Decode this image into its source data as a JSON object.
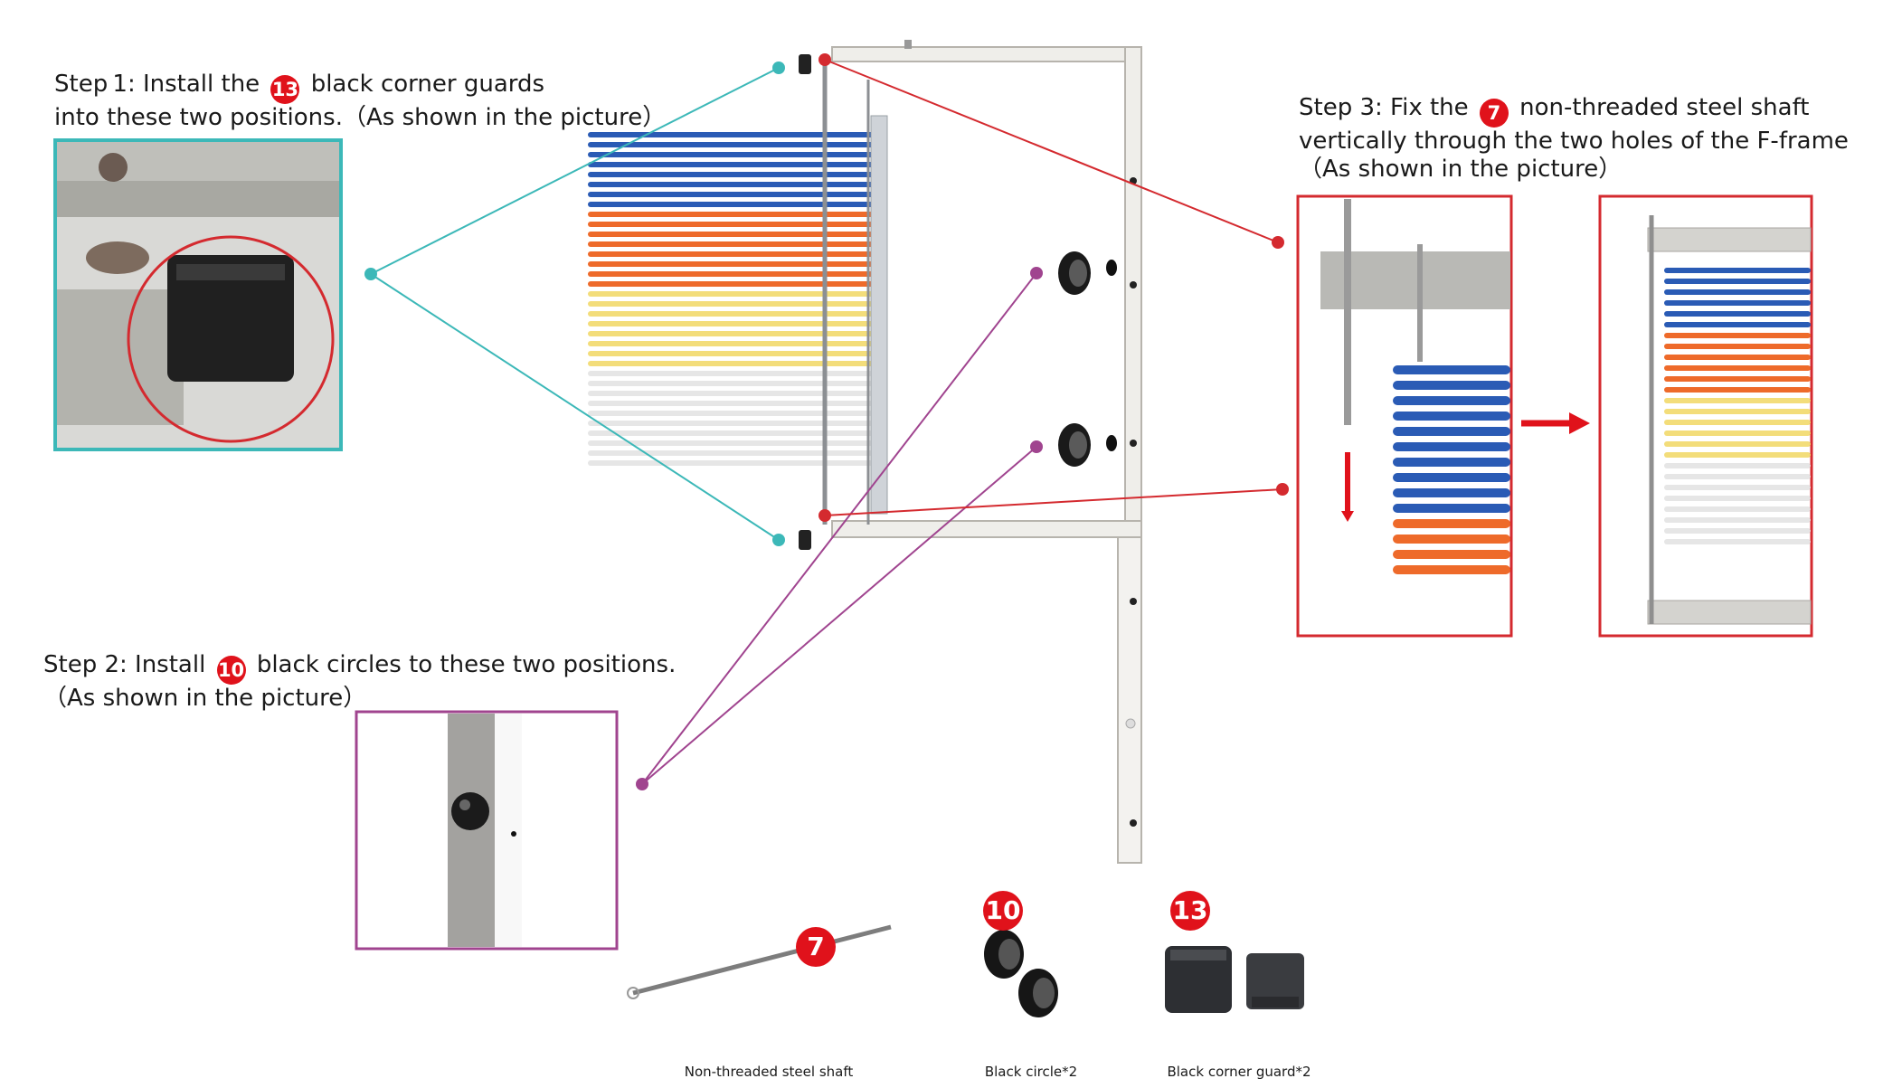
{
  "step1": {
    "prefix": "Step ",
    "number": "1",
    "text_before": ": Install the",
    "badge": "13",
    "text_after": "black corner guards",
    "line2": "into these two positions.（As shown in the picture）"
  },
  "step2": {
    "text_before": "Step 2: Install",
    "badge": "10",
    "text_after": "black circles to these two positions.",
    "line2": "（As shown in the picture）"
  },
  "step3": {
    "text_before": "Step 3: Fix the",
    "badge": "7",
    "text_after": "non-threaded steel shaft",
    "line2": "vertically through the two holes of the F-frame",
    "line3": "（As shown in the picture）"
  },
  "parts": [
    {
      "badge": "7",
      "label": "Non-threaded steel shaft"
    },
    {
      "badge": "10",
      "label": "Black circle*2"
    },
    {
      "badge": "13",
      "label": "Black corner guard*2"
    }
  ],
  "colors": {
    "teal": "#3cb8b8",
    "purple": "#a0448f",
    "red": "#d42a2f",
    "badge": "#e0121b",
    "blue": "#2a5bb5",
    "orange": "#ee6a2a",
    "yellow": "#f3dd7a",
    "white_band": "#e6e6e6"
  },
  "icons": [
    "teal-callout-dot",
    "purple-callout-dot",
    "red-callout-dot",
    "down-arrow-icon",
    "right-arrow-icon"
  ]
}
